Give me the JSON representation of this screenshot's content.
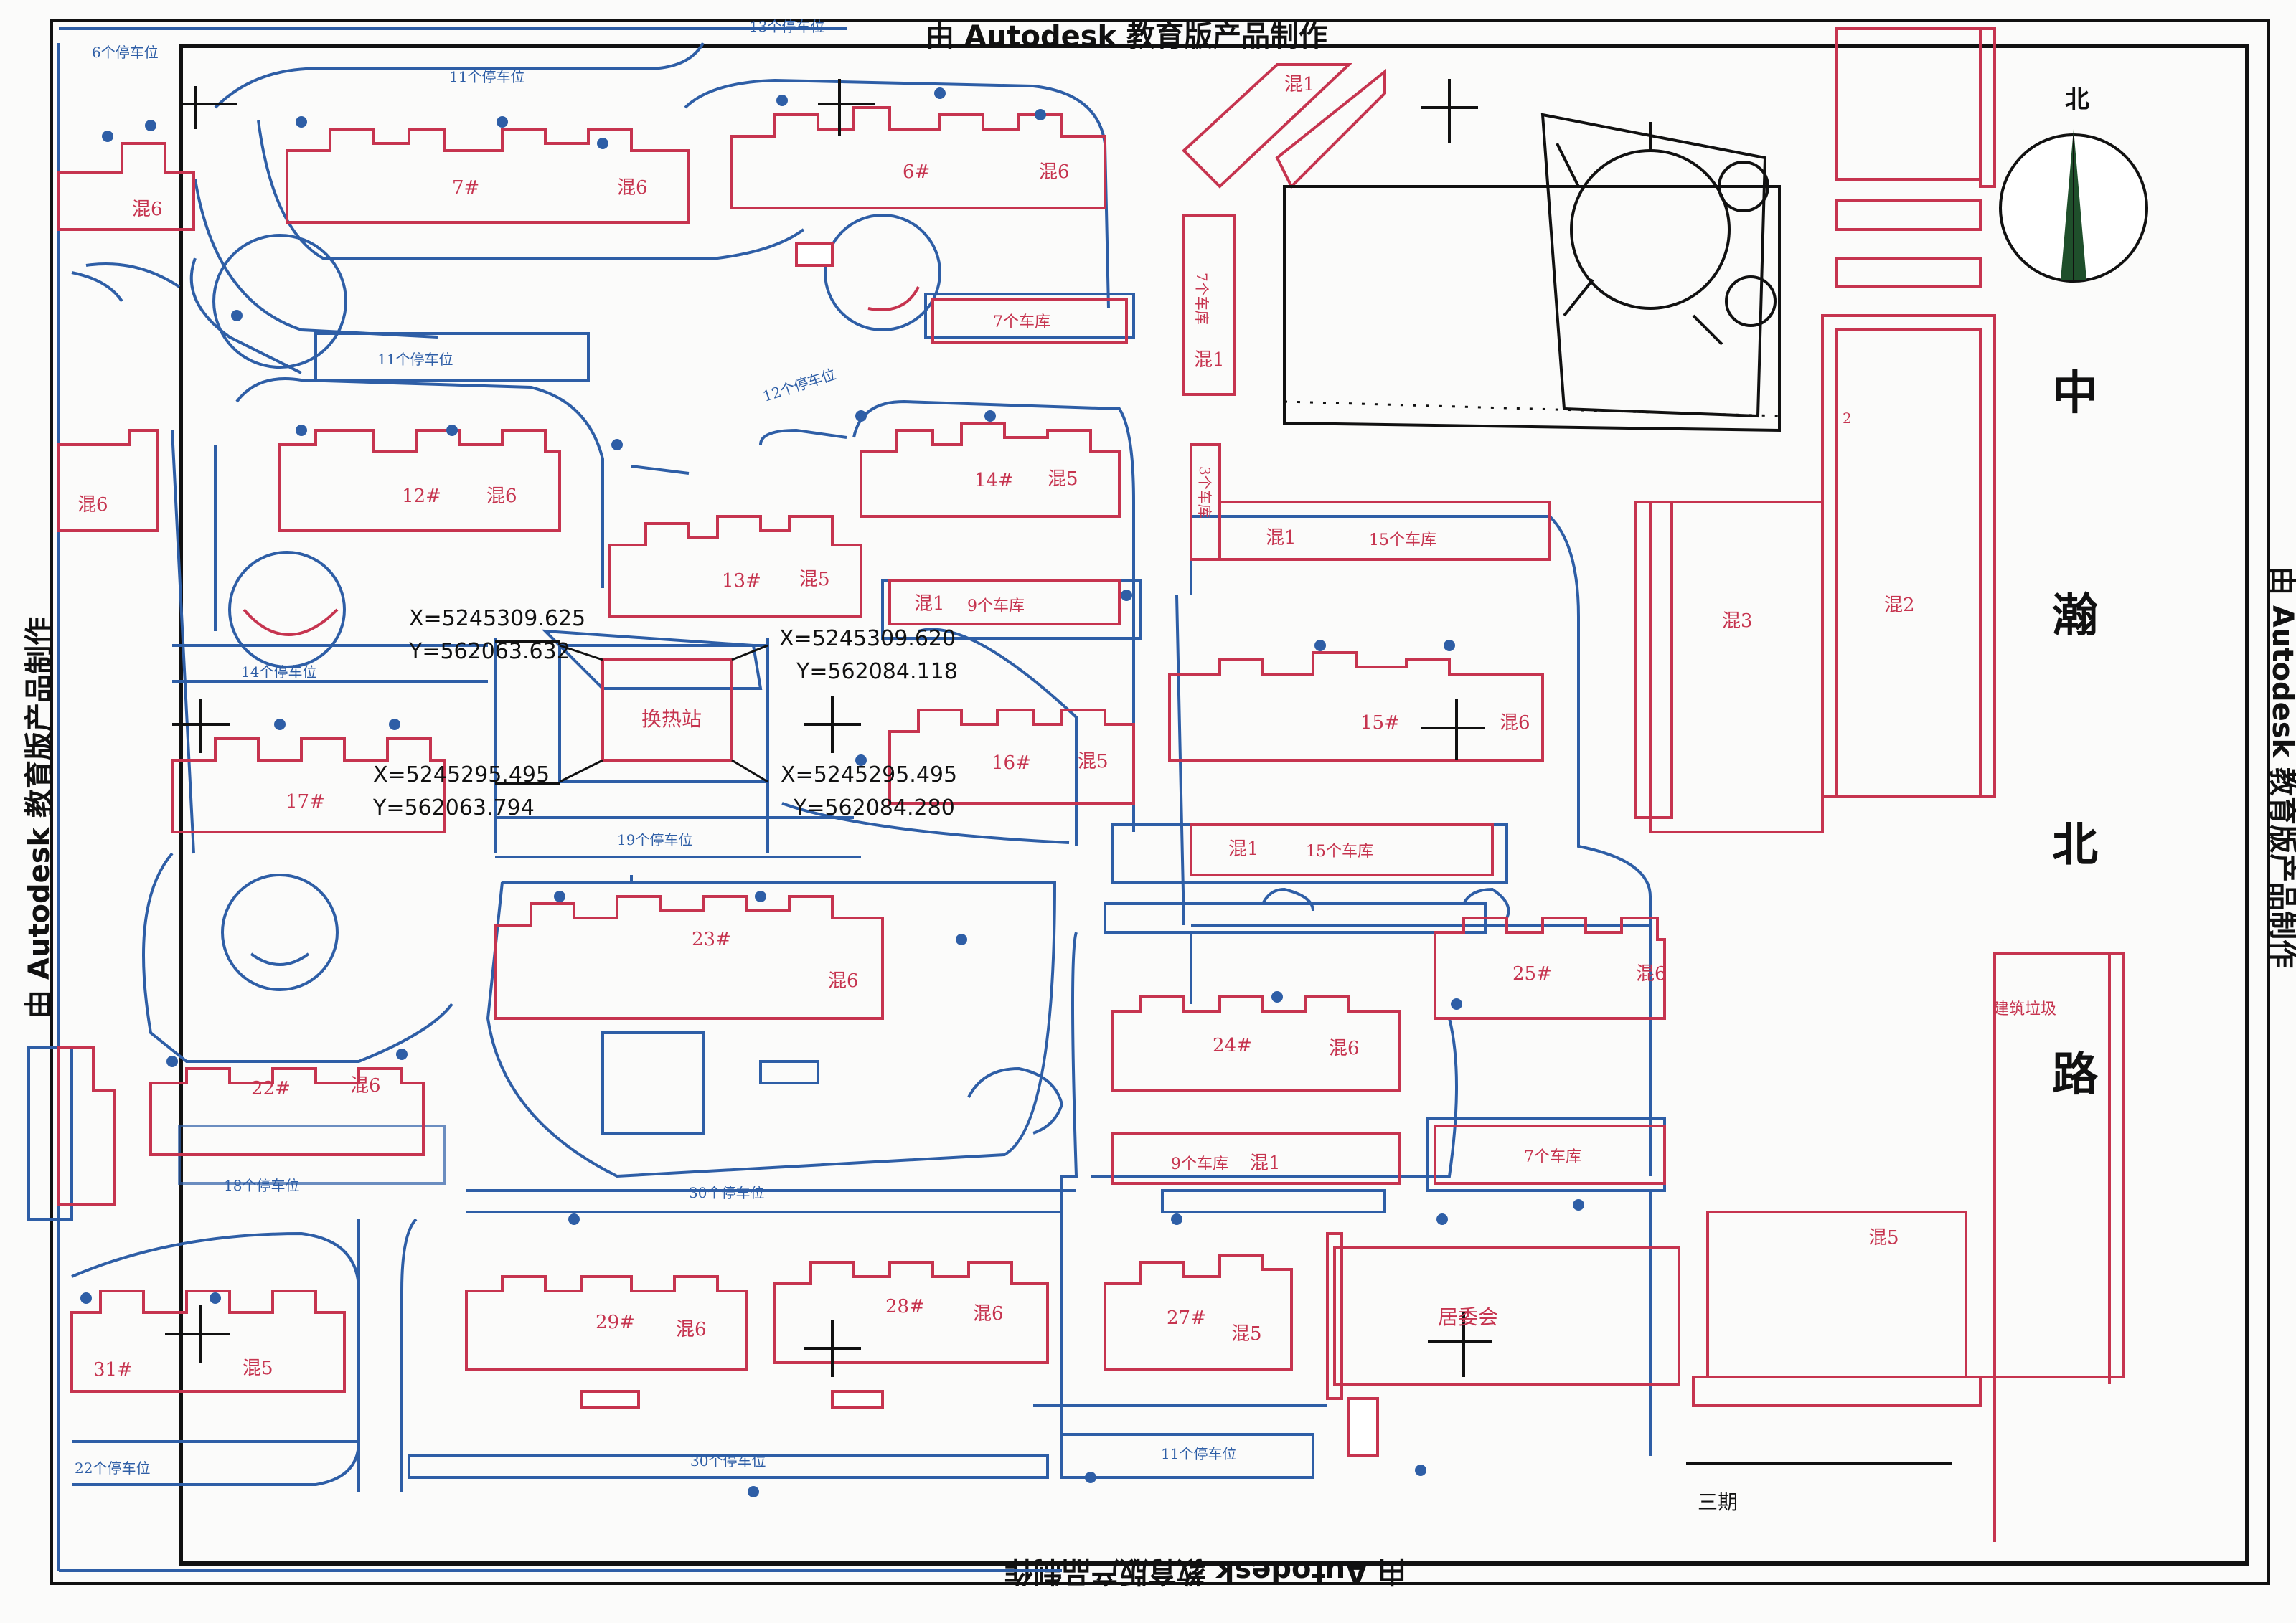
{
  "watermark": "由 Autodesk 教育版产品制作",
  "north_label": "北",
  "road_name": [
    "中",
    "瀚",
    "北",
    "路"
  ],
  "phase_label": "三期",
  "heat_station": "换热站",
  "community_office": "居委会",
  "collection_point": "建筑垃圾",
  "coordinates": [
    {
      "x_text": "X=5245309.625",
      "y_text": "Y=562063.632"
    },
    {
      "x_text": "X=5245309.620",
      "y_text": "Y=562084.118"
    },
    {
      "x_text": "X=5245295.495",
      "y_text": "Y=562063.794"
    },
    {
      "x_text": "X=5245295.495",
      "y_text": "Y=562084.280"
    }
  ],
  "buildings": [
    {
      "id": "7#",
      "type": "混6"
    },
    {
      "id": "6#",
      "type": "混6"
    },
    {
      "id": "12#",
      "type": "混6"
    },
    {
      "id": "13#",
      "type": "混5"
    },
    {
      "id": "14#",
      "type": "混5"
    },
    {
      "id": "15#",
      "type": "混6"
    },
    {
      "id": "16#",
      "type": "混5"
    },
    {
      "id": "17#",
      "type": ""
    },
    {
      "id": "22#",
      "type": "混6"
    },
    {
      "id": "23#",
      "type": "混6"
    },
    {
      "id": "24#",
      "type": "混6"
    },
    {
      "id": "25#",
      "type": "混6"
    },
    {
      "id": "27#",
      "type": "混5"
    },
    {
      "id": "28#",
      "type": "混6"
    },
    {
      "id": "29#",
      "type": "混6"
    },
    {
      "id": "31#",
      "type": "混5"
    }
  ],
  "outer_labels": [
    "混6",
    "混6",
    "混1",
    "混1",
    "混3",
    "混2",
    "混5",
    "混1",
    "混1",
    "混1",
    "混1"
  ],
  "side_labels": [
    "7个车库",
    "3个车库",
    "2"
  ],
  "garages": [
    "7个车库",
    "9个车库",
    "15个车库",
    "15个车库",
    "9个车库",
    "7个车库"
  ],
  "parking": [
    "6个停车位",
    "13个停车位",
    "11个停车位",
    "11个停车位",
    "12个停车位",
    "14个停车位",
    "19个停车位",
    "18个停车位",
    "30个停车位",
    "30个停车位",
    "22个停车位",
    "11个停车位"
  ]
}
